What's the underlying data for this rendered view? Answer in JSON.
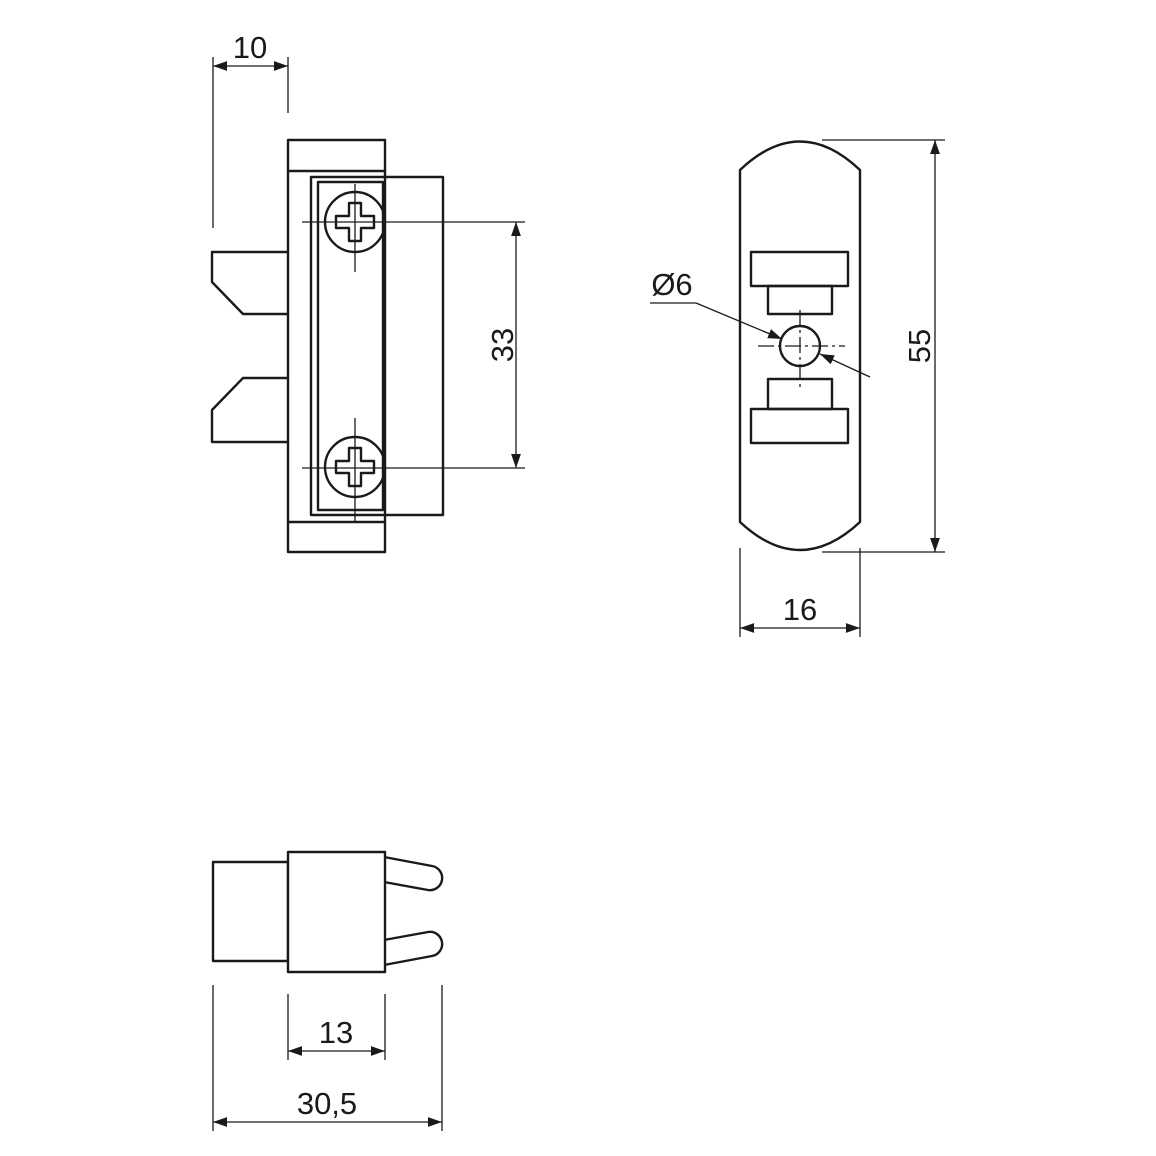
{
  "dimensions": {
    "side_depth": "10",
    "screw_spacing": "33",
    "hole_diameter": "Ø6",
    "height": "55",
    "width": "16",
    "body_length": "13",
    "total_length": "30,5"
  }
}
